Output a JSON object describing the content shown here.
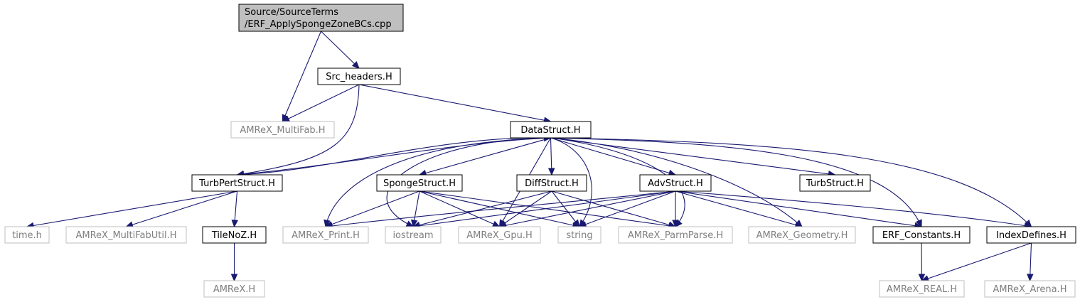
{
  "diagram": {
    "type": "include-dependency-graph",
    "colors": {
      "edge": "#191970",
      "root_fill": "#bfbfbf",
      "external_border": "#bfbfbf",
      "external_text": "#7f7f7f",
      "node_border": "#000000"
    },
    "nodes": [
      {
        "id": "root",
        "lines": [
          "Source/SourceTerms",
          "/ERF_ApplySpongeZoneBCs.cpp"
        ],
        "kind": "root"
      },
      {
        "id": "src_headers",
        "lines": [
          "Src_headers.H"
        ],
        "kind": "internal"
      },
      {
        "id": "multifab",
        "lines": [
          "AMReX_MultiFab.H"
        ],
        "kind": "external"
      },
      {
        "id": "datastruct",
        "lines": [
          "DataStruct.H"
        ],
        "kind": "internal"
      },
      {
        "id": "turbpert",
        "lines": [
          "TurbPertStruct.H"
        ],
        "kind": "internal"
      },
      {
        "id": "sponge",
        "lines": [
          "SpongeStruct.H"
        ],
        "kind": "internal"
      },
      {
        "id": "diff",
        "lines": [
          "DiffStruct.H"
        ],
        "kind": "internal"
      },
      {
        "id": "adv",
        "lines": [
          "AdvStruct.H"
        ],
        "kind": "internal"
      },
      {
        "id": "turb",
        "lines": [
          "TurbStruct.H"
        ],
        "kind": "internal"
      },
      {
        "id": "time",
        "lines": [
          "time.h"
        ],
        "kind": "external"
      },
      {
        "id": "multifabutil",
        "lines": [
          "AMReX_MultiFabUtil.H"
        ],
        "kind": "external"
      },
      {
        "id": "tilenoz",
        "lines": [
          "TileNoZ.H"
        ],
        "kind": "internal"
      },
      {
        "id": "print",
        "lines": [
          "AMReX_Print.H"
        ],
        "kind": "external"
      },
      {
        "id": "iostream",
        "lines": [
          "iostream"
        ],
        "kind": "external"
      },
      {
        "id": "gpu",
        "lines": [
          "AMReX_Gpu.H"
        ],
        "kind": "external"
      },
      {
        "id": "string",
        "lines": [
          "string"
        ],
        "kind": "external"
      },
      {
        "id": "parmparse",
        "lines": [
          "AMReX_ParmParse.H"
        ],
        "kind": "external"
      },
      {
        "id": "geometry",
        "lines": [
          "AMReX_Geometry.H"
        ],
        "kind": "external"
      },
      {
        "id": "constants",
        "lines": [
          "ERF_Constants.H"
        ],
        "kind": "internal"
      },
      {
        "id": "indexdefines",
        "lines": [
          "IndexDefines.H"
        ],
        "kind": "internal"
      },
      {
        "id": "amrex",
        "lines": [
          "AMReX.H"
        ],
        "kind": "external"
      },
      {
        "id": "real",
        "lines": [
          "AMReX_REAL.H"
        ],
        "kind": "external"
      },
      {
        "id": "arena",
        "lines": [
          "AMReX_Arena.H"
        ],
        "kind": "external"
      }
    ],
    "edges": [
      [
        "root",
        "multifab"
      ],
      [
        "root",
        "src_headers"
      ],
      [
        "src_headers",
        "multifab"
      ],
      [
        "src_headers",
        "datastruct"
      ],
      [
        "src_headers",
        "turbpert"
      ],
      [
        "datastruct",
        "turbpert"
      ],
      [
        "datastruct",
        "sponge"
      ],
      [
        "datastruct",
        "diff"
      ],
      [
        "datastruct",
        "adv"
      ],
      [
        "datastruct",
        "turb"
      ],
      [
        "datastruct",
        "print"
      ],
      [
        "datastruct",
        "iostream"
      ],
      [
        "datastruct",
        "gpu"
      ],
      [
        "datastruct",
        "string"
      ],
      [
        "datastruct",
        "parmparse"
      ],
      [
        "datastruct",
        "geometry"
      ],
      [
        "datastruct",
        "constants"
      ],
      [
        "datastruct",
        "indexdefines"
      ],
      [
        "turbpert",
        "datastruct"
      ],
      [
        "turbpert",
        "time"
      ],
      [
        "turbpert",
        "multifabutil"
      ],
      [
        "turbpert",
        "tilenoz"
      ],
      [
        "tilenoz",
        "amrex"
      ],
      [
        "sponge",
        "print"
      ],
      [
        "sponge",
        "iostream"
      ],
      [
        "sponge",
        "gpu"
      ],
      [
        "sponge",
        "string"
      ],
      [
        "sponge",
        "parmparse"
      ],
      [
        "diff",
        "iostream"
      ],
      [
        "diff",
        "gpu"
      ],
      [
        "diff",
        "string"
      ],
      [
        "diff",
        "parmparse"
      ],
      [
        "adv",
        "print"
      ],
      [
        "adv",
        "iostream"
      ],
      [
        "adv",
        "gpu"
      ],
      [
        "adv",
        "string"
      ],
      [
        "adv",
        "parmparse"
      ],
      [
        "adv",
        "geometry"
      ],
      [
        "adv",
        "constants"
      ],
      [
        "adv",
        "indexdefines"
      ],
      [
        "constants",
        "real"
      ],
      [
        "indexdefines",
        "real"
      ],
      [
        "indexdefines",
        "arena"
      ]
    ]
  }
}
